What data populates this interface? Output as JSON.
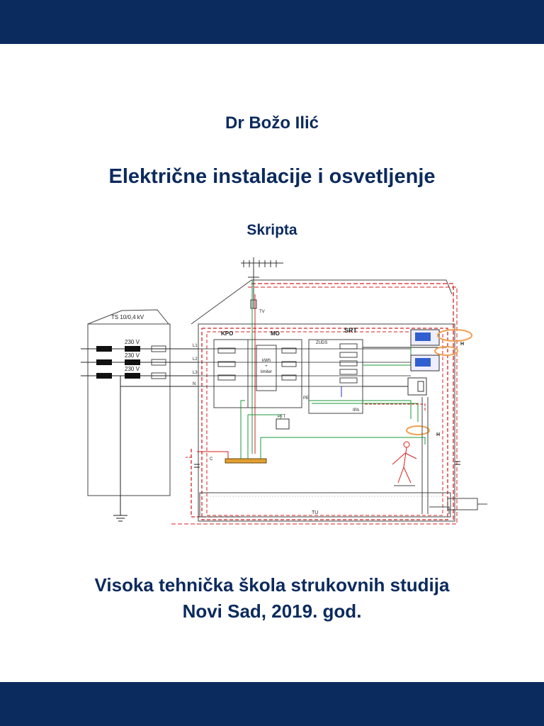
{
  "cover": {
    "author": "Dr Božo Ilić",
    "title": "Električne instalacije i osvetljenje",
    "subtitle": "Skripta",
    "institution": "Visoka tehnička škola strukovnih studija",
    "place_date": "Novi Sad, 2019. god."
  },
  "diagram": {
    "ts_label": "TS 10/0,4 kV",
    "voltages": [
      "230 V",
      "230 V",
      "230 V"
    ],
    "kpo": "KPO",
    "mo": "MO",
    "srt": "SRT",
    "zuds": "ZUDS",
    "meter_line1": "kWh",
    "meter_line2": "+",
    "meter_line3": "limiter",
    "lines": [
      "L1",
      "L2",
      "L3",
      "N"
    ],
    "pe": "PE",
    "tv": "TV",
    "ptt": "PTT",
    "h": "H",
    "c": "C",
    "tu": "TU",
    "ipa": "IPA"
  },
  "colors": {
    "band": "#0b2a5e",
    "text": "#0b2a5e",
    "red_dashed": "#d62020",
    "green_wire": "#1e9a3a",
    "orange_loop": "#f0a050"
  }
}
